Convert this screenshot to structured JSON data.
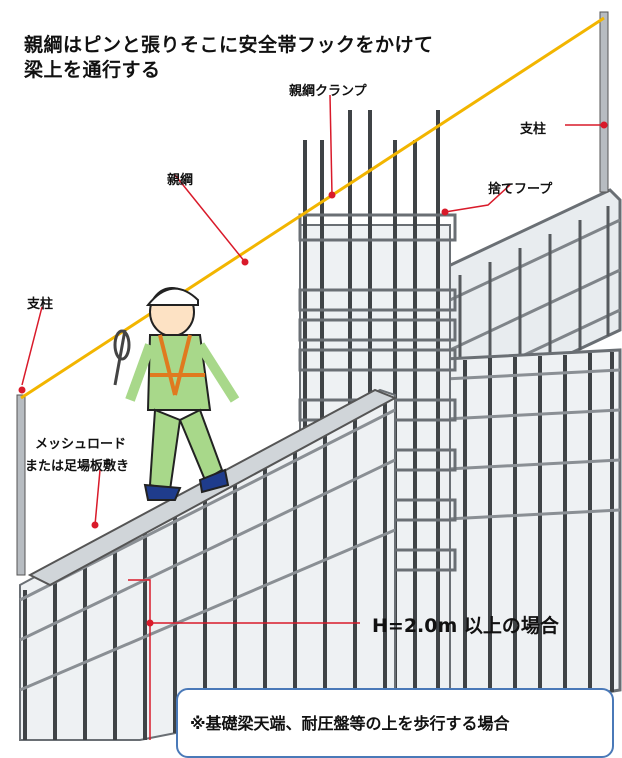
{
  "title_lines": [
    "親綱はピンと張りそこに安全帯フックをかけて",
    "梁上を通行する"
  ],
  "labels": {
    "main_rope": "親綱",
    "rope_clamp": "親綱クランプ",
    "post_left": "支柱",
    "post_right": "支柱",
    "discard_hoop": "捨てフープ",
    "mesh_road_line1": "メッシュロード",
    "mesh_road_line2": "または足場板敷き",
    "height_condition": "H=2.0m 以上の場合"
  },
  "note": "※基礎梁天端、耐圧盤等の上を歩行する場合",
  "colors": {
    "rope": "#f2b500",
    "leader": "#d91a2a",
    "rebar": "#7f8489",
    "rebar_dark": "#3a3d40",
    "note_border": "#4a79b8",
    "helmet": "#ffffff",
    "worker_suit": "#a8d88a",
    "harness": "#e07a1f"
  }
}
